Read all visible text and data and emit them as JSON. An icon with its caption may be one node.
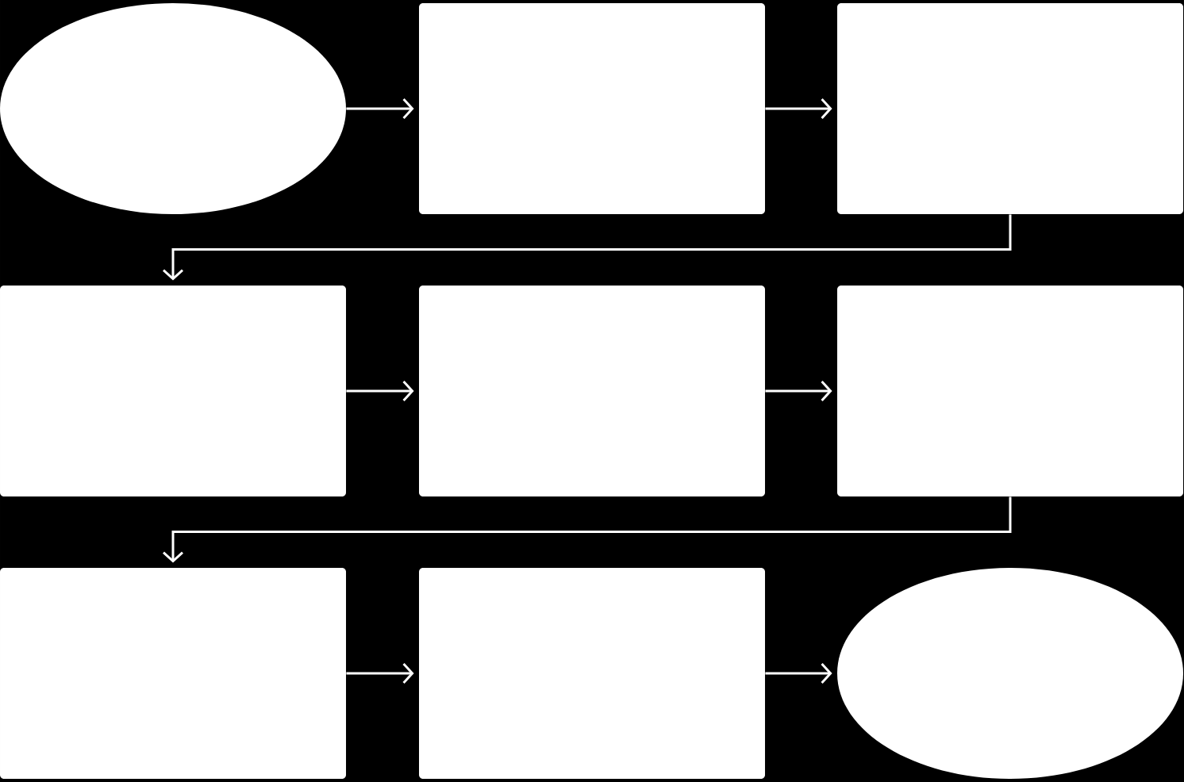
{
  "diagram": {
    "nodes": [
      {
        "text": [],
        "shape": "ellipse"
      },
      {
        "text": [],
        "shape": "box"
      },
      {
        "text": [],
        "shape": "box"
      },
      {
        "text": [],
        "shape": "box"
      },
      {
        "text": [],
        "shape": "box"
      },
      {
        "text": [],
        "shape": "box"
      },
      {
        "text": [],
        "shape": "box"
      },
      {
        "text": [],
        "shape": "box"
      },
      {
        "text": [],
        "shape": "ellipse"
      }
    ],
    "edges": [
      {
        "from": 0,
        "to": 1,
        "arrow": "to"
      },
      {
        "from": 1,
        "to": 2,
        "arrow": "to"
      },
      {
        "from": 2,
        "to": 3,
        "arrow": "to"
      },
      {
        "from": 3,
        "to": 4,
        "arrow": "to"
      },
      {
        "from": 4,
        "to": 5,
        "arrow": "to"
      },
      {
        "from": 5,
        "to": 6,
        "arrow": "to"
      },
      {
        "from": 6,
        "to": 7,
        "arrow": "to"
      },
      {
        "from": 7,
        "to": 8,
        "arrow": "to"
      }
    ]
  }
}
